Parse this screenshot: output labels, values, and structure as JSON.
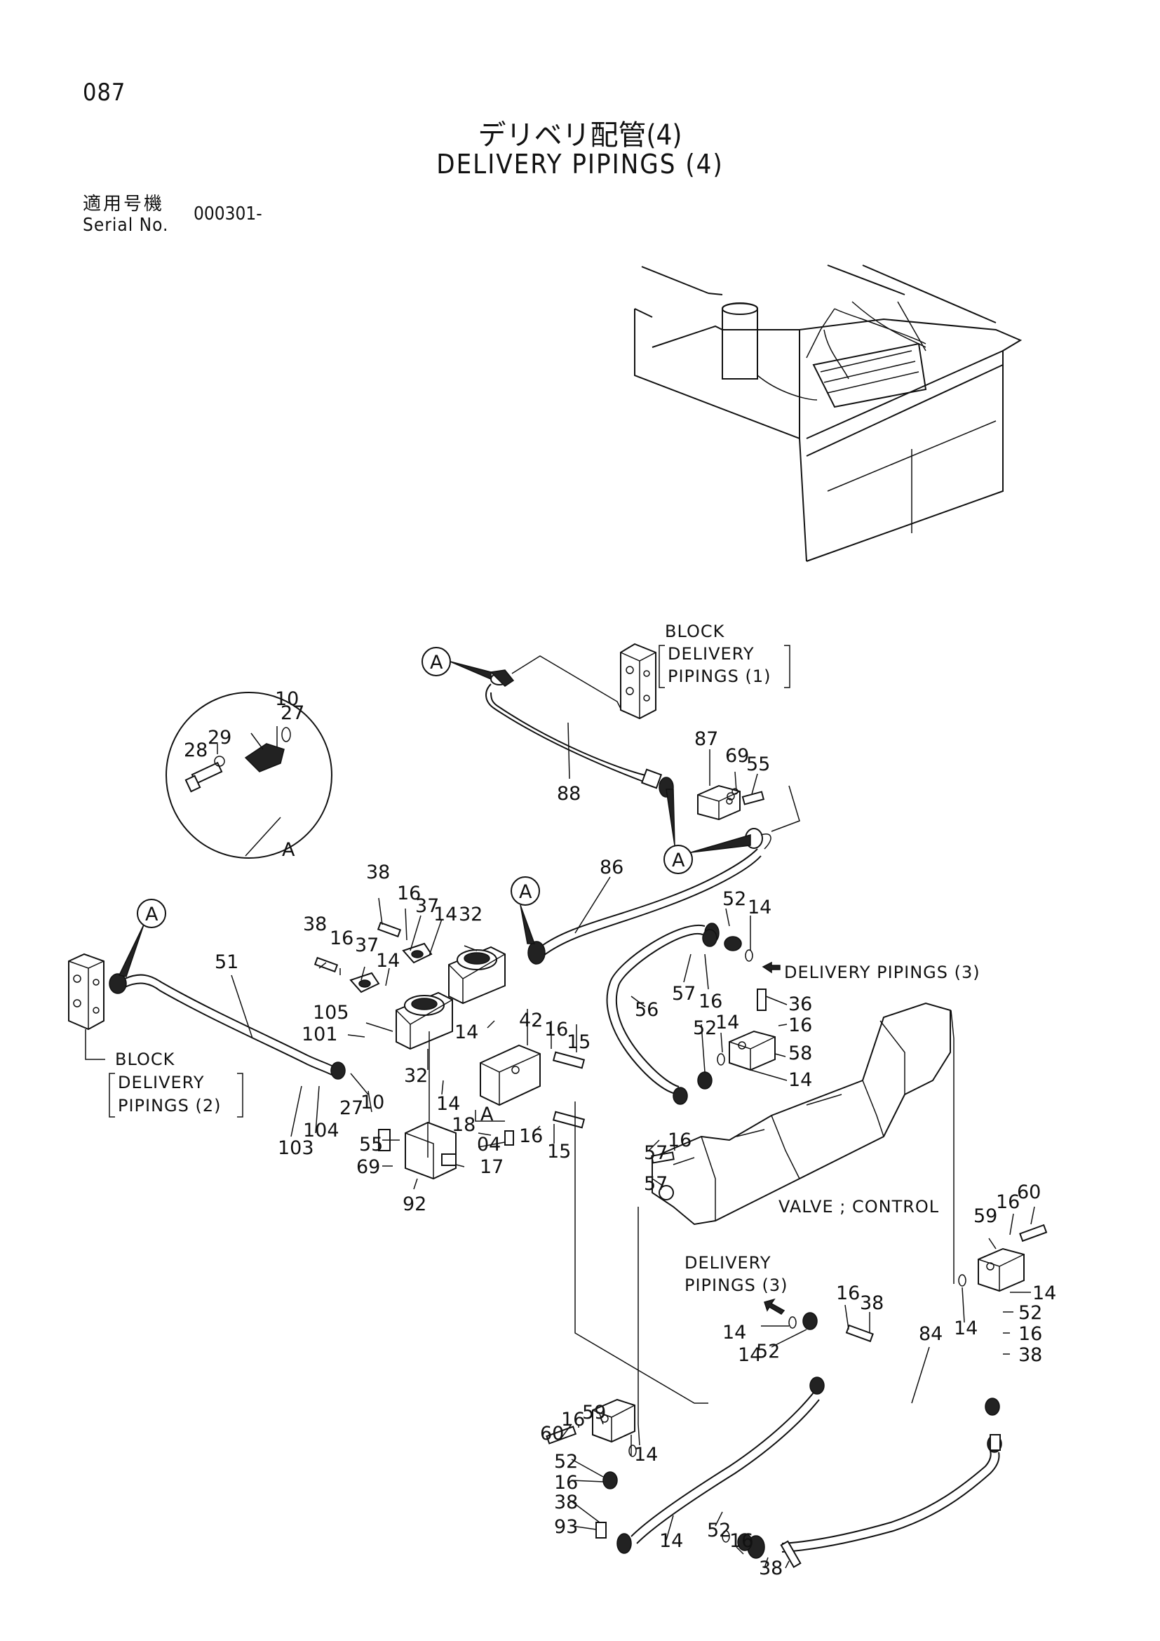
{
  "page_number": "087",
  "title_jp": "デリベリ配管(4)",
  "title_en": "DELIVERY PIPINGS (4)",
  "serial_label_jp": "適用号機",
  "serial_label_en": "Serial No.",
  "serial_value": "000301-",
  "references": {
    "block_1": [
      "BLOCK",
      "DELIVERY",
      "PIPINGS (1)"
    ],
    "block_2": [
      "BLOCK",
      "DELIVERY",
      "PIPINGS (2)"
    ],
    "delivery_3_right": "DELIVERY PIPINGS (3)",
    "delivery_3_bottom": [
      "DELIVERY",
      "PIPINGS (3)"
    ],
    "valve": "VALVE ; CONTROL",
    "detail_marker": "A"
  },
  "part_labels": [
    {
      "id": "detail-27",
      "text": "27"
    },
    {
      "id": "detail-10",
      "text": "10"
    },
    {
      "id": "detail-28",
      "text": "28"
    },
    {
      "id": "detail-29",
      "text": "29"
    },
    {
      "id": "p88",
      "text": "88"
    },
    {
      "id": "p87",
      "text": "87"
    },
    {
      "id": "p69a",
      "text": "69"
    },
    {
      "id": "p55a",
      "text": "55"
    },
    {
      "id": "p86",
      "text": "86"
    },
    {
      "id": "p38a",
      "text": "38"
    },
    {
      "id": "p16a",
      "text": "16"
    },
    {
      "id": "p37a",
      "text": "37"
    },
    {
      "id": "p14a",
      "text": "14"
    },
    {
      "id": "p32a",
      "text": "32"
    },
    {
      "id": "p38b",
      "text": "38"
    },
    {
      "id": "p16b",
      "text": "16"
    },
    {
      "id": "p37b",
      "text": "37"
    },
    {
      "id": "p14b",
      "text": "14"
    },
    {
      "id": "p51",
      "text": "51"
    },
    {
      "id": "p105",
      "text": "105"
    },
    {
      "id": "p101",
      "text": "101"
    },
    {
      "id": "p14c",
      "text": "14"
    },
    {
      "id": "p42",
      "text": "42"
    },
    {
      "id": "p16c",
      "text": "16"
    },
    {
      "id": "p15a",
      "text": "15"
    },
    {
      "id": "p32b",
      "text": "32"
    },
    {
      "id": "p14d",
      "text": "14"
    },
    {
      "id": "p27b",
      "text": "27"
    },
    {
      "id": "p10b",
      "text": "10"
    },
    {
      "id": "p103",
      "text": "103"
    },
    {
      "id": "p104",
      "text": "104"
    },
    {
      "id": "p18",
      "text": "18"
    },
    {
      "id": "p04",
      "text": "04"
    },
    {
      "id": "p16d",
      "text": "16"
    },
    {
      "id": "p15b",
      "text": "15"
    },
    {
      "id": "p55b",
      "text": "55"
    },
    {
      "id": "p69b",
      "text": "69"
    },
    {
      "id": "p17",
      "text": "17"
    },
    {
      "id": "p92",
      "text": "92"
    },
    {
      "id": "p52a",
      "text": "52"
    },
    {
      "id": "p14e",
      "text": "14"
    },
    {
      "id": "p57a",
      "text": "57"
    },
    {
      "id": "p16e",
      "text": "16"
    },
    {
      "id": "p56",
      "text": "56"
    },
    {
      "id": "p36",
      "text": "36"
    },
    {
      "id": "p16f",
      "text": "16"
    },
    {
      "id": "p52b",
      "text": "52"
    },
    {
      "id": "p14f",
      "text": "14"
    },
    {
      "id": "p58",
      "text": "58"
    },
    {
      "id": "p14g",
      "text": "14"
    },
    {
      "id": "p57b",
      "text": "57"
    },
    {
      "id": "p16g",
      "text": "16"
    },
    {
      "id": "p57c",
      "text": "57"
    },
    {
      "id": "p59a",
      "text": "59"
    },
    {
      "id": "p16h",
      "text": "16"
    },
    {
      "id": "p60a",
      "text": "60"
    },
    {
      "id": "p14h",
      "text": "14"
    },
    {
      "id": "p52c",
      "text": "52"
    },
    {
      "id": "p14i",
      "text": "14"
    },
    {
      "id": "p16i",
      "text": "16"
    },
    {
      "id": "p38c",
      "text": "38"
    },
    {
      "id": "p16j",
      "text": "16"
    },
    {
      "id": "p38d",
      "text": "38"
    },
    {
      "id": "p14j",
      "text": "14"
    },
    {
      "id": "p52d",
      "text": "52"
    },
    {
      "id": "p84",
      "text": "84"
    },
    {
      "id": "p60b",
      "text": "60"
    },
    {
      "id": "p16k",
      "text": "16"
    },
    {
      "id": "p59b",
      "text": "59"
    },
    {
      "id": "p14k",
      "text": "14"
    },
    {
      "id": "p14l",
      "text": "14"
    },
    {
      "id": "p52e",
      "text": "52"
    },
    {
      "id": "p16l",
      "text": "16"
    },
    {
      "id": "p38e",
      "text": "38"
    },
    {
      "id": "p93",
      "text": "93"
    },
    {
      "id": "p14m",
      "text": "14"
    },
    {
      "id": "p52f",
      "text": "52"
    },
    {
      "id": "p16m",
      "text": "16"
    },
    {
      "id": "p38f",
      "text": "38"
    }
  ]
}
